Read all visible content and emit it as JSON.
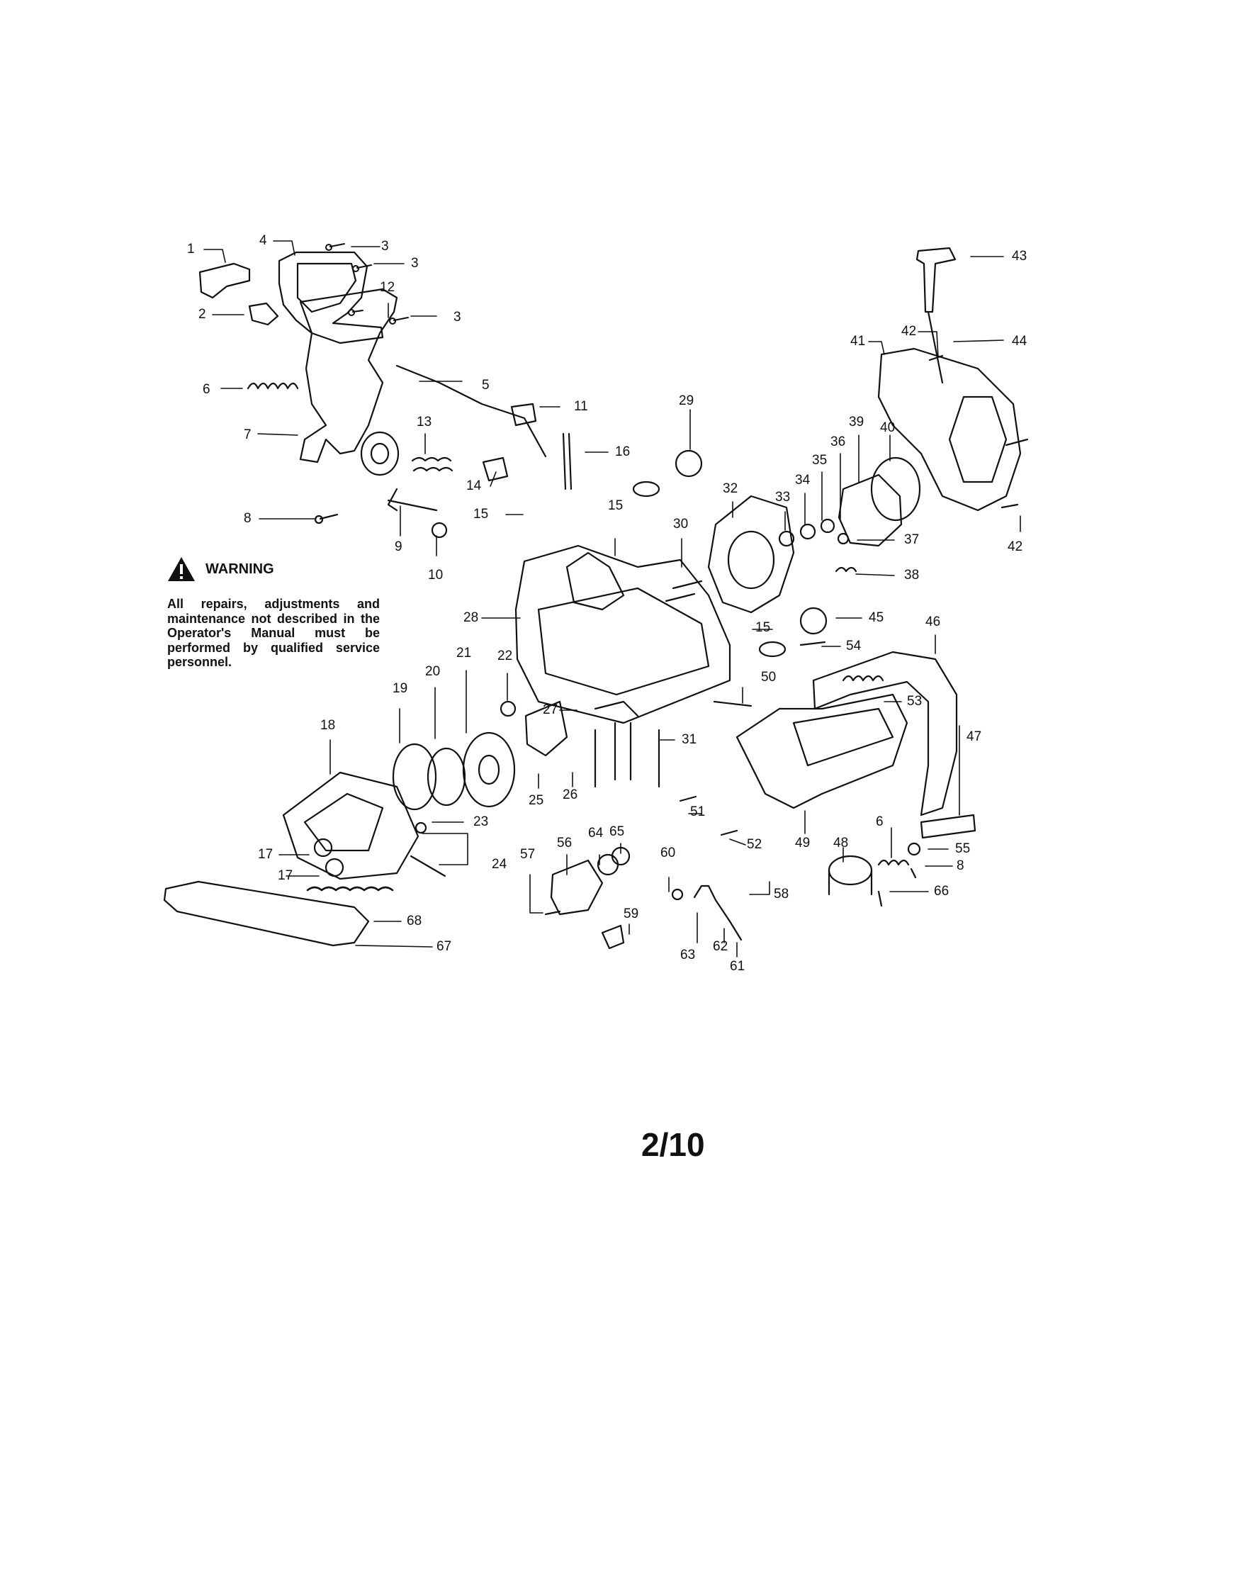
{
  "warning": {
    "title": "WARNING",
    "text": "All repairs, adjustments and maintenance not described in the Operator's Manual must be performed by qualified service personnel."
  },
  "page_number": "2/10",
  "callouts": [
    "1",
    "2",
    "3",
    "3",
    "4",
    "3",
    "12",
    "3",
    "5",
    "6",
    "7",
    "8",
    "9",
    "10",
    "11",
    "13",
    "14",
    "15",
    "15",
    "16",
    "29",
    "30",
    "32",
    "15",
    "33",
    "34",
    "35",
    "36",
    "39",
    "40",
    "41",
    "42",
    "43",
    "44",
    "37",
    "38",
    "42",
    "45",
    "46",
    "54",
    "53",
    "50",
    "31",
    "28",
    "19",
    "20",
    "21",
    "22",
    "27",
    "18",
    "25",
    "26",
    "23",
    "24",
    "17",
    "17",
    "68",
    "67",
    "57",
    "56",
    "64",
    "65",
    "59",
    "60",
    "58",
    "63",
    "62",
    "61",
    "51",
    "52",
    "49",
    "48",
    "6",
    "47",
    "55",
    "8",
    "66"
  ]
}
